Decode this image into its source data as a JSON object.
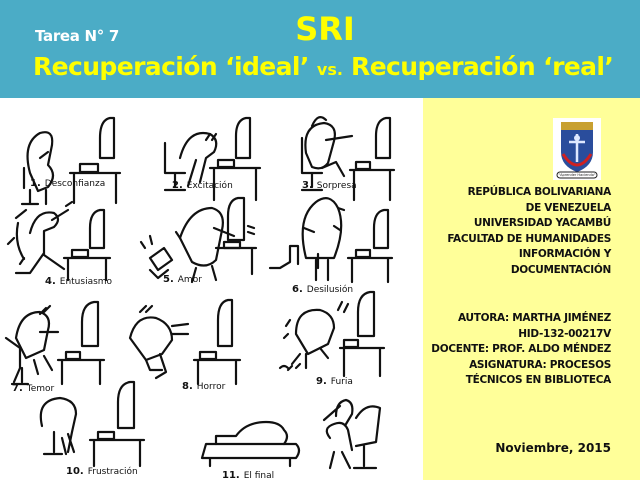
{
  "header": {
    "assignment": "Tarea N° 7",
    "title": "SRI",
    "subtitle_part1": "Recuperación ‘ideal’ ",
    "subtitle_vs": "vs.",
    "subtitle_part2": " Recuperación ‘real’"
  },
  "cartoons": [
    {
      "number": "1.",
      "label": "Desconfianza"
    },
    {
      "number": "2.",
      "label": "Excitación"
    },
    {
      "number": "3.",
      "label": "Sorpresa"
    },
    {
      "number": "4.",
      "label": "Entusiasmo"
    },
    {
      "number": "5.",
      "label": "Amor"
    },
    {
      "number": "6.",
      "label": "Desilusión"
    },
    {
      "number": "7.",
      "label": "Temor"
    },
    {
      "number": "8.",
      "label": "Horror"
    },
    {
      "number": "9.",
      "label": "Furia"
    },
    {
      "number": "10.",
      "label": "Frustración"
    },
    {
      "number": "11.",
      "label": "El final"
    }
  ],
  "sidebar": {
    "logo_motto": "\"Aprender Haciendo\"",
    "institution_lines": [
      "REPÚBLICA BOLIVARIANA",
      "DE VENEZUELA",
      "UNIVERSIDAD YACAMBÚ",
      "FACULTAD DE HUMANIDADES",
      "INFORMACIÓN Y",
      "DOCUMENTACIÓN"
    ],
    "author_lines": [
      "AUTORA: MARTHA JIMÉNEZ",
      "HID-132-00217V",
      "DOCENTE: PROF. ALDO MÉNDEZ",
      "ASIGNATURA: PROCESOS",
      "TÉCNICOS EN BIBLIOTECA"
    ],
    "date": "Noviembre, 2015"
  },
  "colors": {
    "header_bg": "#4bacc6",
    "title_yellow": "#ffff00",
    "sidebar_bg": "#ffff99"
  }
}
